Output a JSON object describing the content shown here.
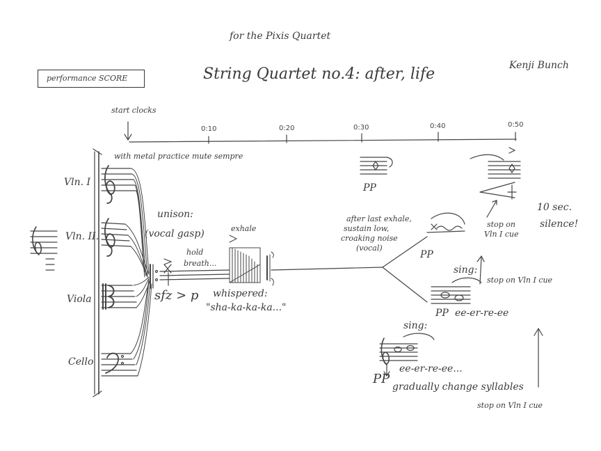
{
  "header": {
    "dedication": "for the Pixis Quartet",
    "title": "String Quartet no.4: after, life",
    "composer": "Kenji Bunch",
    "score_label": "performance SCORE"
  },
  "timeline": {
    "start_label": "start clocks",
    "ticks": [
      "0:10",
      "0:20",
      "0:30",
      "0:40",
      "0:50"
    ]
  },
  "instruments": [
    "Vln. I",
    "Vln. II.",
    "Viola",
    "Cello"
  ],
  "annotations": {
    "mute": "with metal practice mute sempre",
    "unison": "unison:",
    "gasp": "(vocal gasp)",
    "hold": "hold",
    "breath": "breath...",
    "dyn_sfz": "sfz > p",
    "exhale": "exhale",
    "whispered": "whispered:",
    "syllables_whisper": "\"sha-ka-ka-ka...\"",
    "after_line1": "after last exhale,",
    "after_line2": "sustain low,",
    "after_line3": "croaking noise",
    "after_line4": "(vocal)",
    "pp_vln1": "PP",
    "pp_mid": "PP",
    "sing_mid": "sing:",
    "pp_sing_mid": "PP",
    "eeer_mid": "ee-er-re-ee",
    "sing_low": "sing:",
    "pp_low": "PP",
    "eeer_low": "ee-er-re-ee...",
    "gradually": "gradually change syllables",
    "stop_cue_top1": "stop on",
    "stop_cue_top2": "Vln I cue",
    "stop_cue_mid": "stop on Vln I cue",
    "stop_cue_bottom": "stop on Vln I cue",
    "silence_line1": "10 sec.",
    "silence_line2": "silence!"
  }
}
